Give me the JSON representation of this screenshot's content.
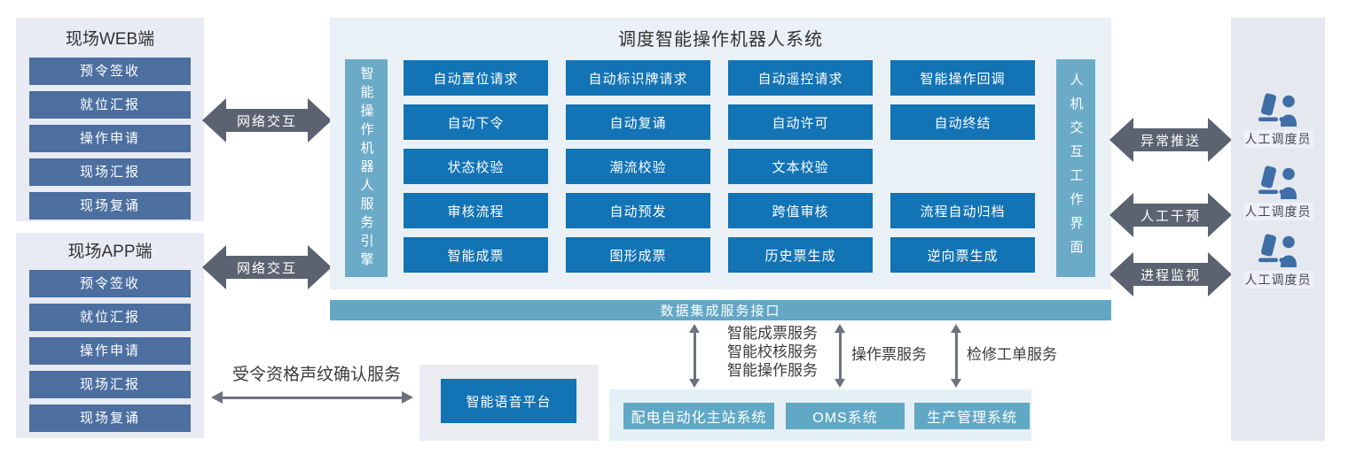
{
  "web_panel": {
    "title": "现场WEB端",
    "items": [
      "预令签收",
      "就位汇报",
      "操作申请",
      "现场汇报",
      "现场复诵"
    ]
  },
  "app_panel": {
    "title": "现场APP端",
    "items": [
      "预令签收",
      "就位汇报",
      "操作申请",
      "现场汇报",
      "现场复诵"
    ]
  },
  "arrows": {
    "network_web": "网络交互",
    "network_app": "网络交互",
    "push": "异常推送",
    "intervene": "人工干预",
    "monitor": "进程监视"
  },
  "center": {
    "title": "调度智能操作机器人系统",
    "left_bar": "智能操作机器人服务引擎",
    "right_bar": "人机交互工作界面",
    "buttons": [
      [
        "自动置位请求",
        "自动标识牌请求",
        "自动遥控请求",
        "智能操作回调"
      ],
      [
        "自动下令",
        "自动复诵",
        "自动许可",
        "自动终结"
      ],
      [
        "状态校验",
        "潮流校验",
        "文本校验",
        null
      ],
      [
        "审核流程",
        "自动预发",
        "跨值审核",
        "流程自动归档"
      ],
      [
        "智能成票",
        "图形成票",
        "历史票生成",
        "逆向票生成"
      ]
    ]
  },
  "integration_bar": "数据集成服务接口",
  "services": {
    "ticket_lines": [
      "智能成票服务",
      "智能校核服务",
      "智能操作服务"
    ],
    "operation_ticket": "操作票服务",
    "maintenance_order": "检修工单服务"
  },
  "systems": {
    "items": [
      "配电自动化主站系统",
      "OMS系统",
      "生产管理系统"
    ]
  },
  "voice": {
    "arrow_label": "受令资格声纹确认服务",
    "platform": "智能语音平台"
  },
  "dispatchers": [
    "人工调度员",
    "人工调度员",
    "人工调度员"
  ],
  "colors": {
    "item_blue": "#4c6fa0",
    "module_blue": "#1273b5",
    "teal": "#64a7c5",
    "teal_bar": "#6babc8",
    "teal_box": "#61a8c5",
    "arrow_gray": "#5b6270",
    "thin_arrow_gray": "#6d737c",
    "icon_blue": "#3f6ea6",
    "panel_bg": "#e8ebf3",
    "center_bg": "#e9f1f6",
    "systems_bg": "#e4f0f5",
    "voice_bg": "#eaecf1",
    "right_panel_bg": "#e5e8ef"
  }
}
